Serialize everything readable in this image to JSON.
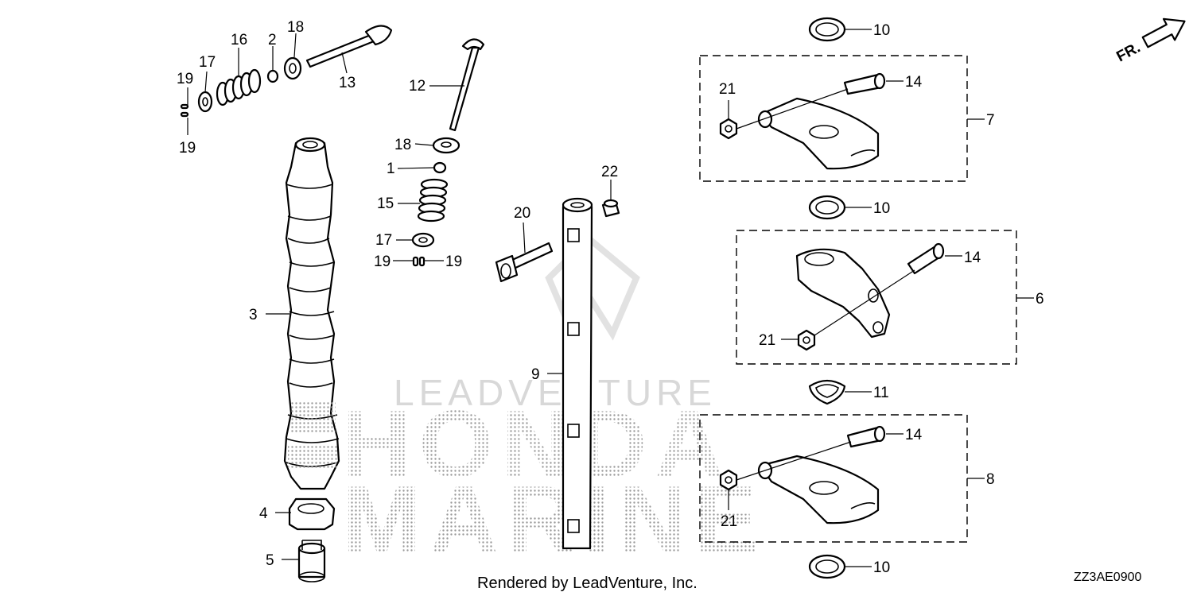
{
  "diagram": {
    "part_numbers": {
      "p1": "1",
      "p2": "2",
      "p3": "3",
      "p4": "4",
      "p5": "5",
      "p6": "6",
      "p7": "7",
      "p8": "8",
      "p9": "9",
      "p10": "10",
      "p11": "11",
      "p12": "12",
      "p13": "13",
      "p14": "14",
      "p15": "15",
      "p16": "16",
      "p17": "17",
      "p18": "18",
      "p19": "19",
      "p20": "20",
      "p21": "21",
      "p22": "22"
    },
    "direction_label": "FR.",
    "watermark": {
      "brand_line": "LEADVENTURE",
      "logo_line1": "HONDA",
      "logo_line2": "MARINE"
    },
    "footer_credit": "Rendered by LeadVenture, Inc.",
    "diagram_code": "ZZ3AE0900"
  }
}
